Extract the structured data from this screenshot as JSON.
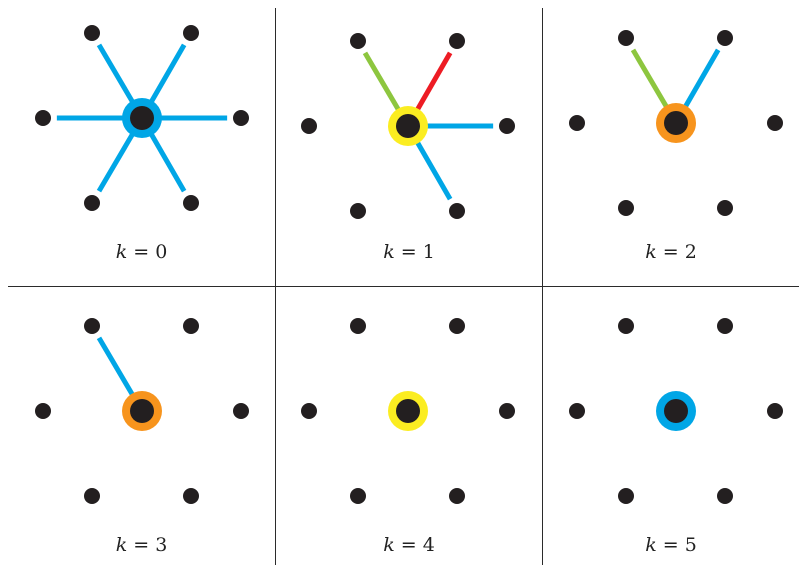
{
  "colors": {
    "node": "#231f20",
    "blue": "#00a6e6",
    "green": "#8dc63f",
    "red": "#ed1c24",
    "yellow": "#fbed21",
    "orange": "#f7941d",
    "background": "#ffffff",
    "divider": "#2b2b2b"
  },
  "panels": [
    {
      "caption": {
        "var": "k",
        "op": " = ",
        "value": "0"
      },
      "center_ring": "blue",
      "spokes": [
        {
          "to": "upper-left",
          "color": "blue"
        },
        {
          "to": "upper-right",
          "color": "blue"
        },
        {
          "to": "left",
          "color": "blue"
        },
        {
          "to": "right",
          "color": "blue"
        },
        {
          "to": "lower-left",
          "color": "blue"
        },
        {
          "to": "lower-right",
          "color": "blue"
        }
      ]
    },
    {
      "caption": {
        "var": "k",
        "op": " = ",
        "value": "1"
      },
      "center_ring": "yellow",
      "spokes": [
        {
          "to": "upper-left",
          "color": "green"
        },
        {
          "to": "upper-right",
          "color": "red"
        },
        {
          "to": "right",
          "color": "blue"
        },
        {
          "to": "lower-right",
          "color": "blue"
        }
      ]
    },
    {
      "caption": {
        "var": "k",
        "op": " = ",
        "value": "2"
      },
      "center_ring": "orange",
      "spokes": [
        {
          "to": "upper-left",
          "color": "green"
        },
        {
          "to": "upper-right",
          "color": "blue"
        }
      ]
    },
    {
      "caption": {
        "var": "k",
        "op": " = ",
        "value": "3"
      },
      "center_ring": "orange",
      "spokes": [
        {
          "to": "upper-left",
          "color": "blue"
        }
      ]
    },
    {
      "caption": {
        "var": "k",
        "op": " = ",
        "value": "4"
      },
      "center_ring": "yellow",
      "spokes": []
    },
    {
      "caption": {
        "var": "k",
        "op": " = ",
        "value": "5"
      },
      "center_ring": "blue",
      "spokes": []
    }
  ]
}
